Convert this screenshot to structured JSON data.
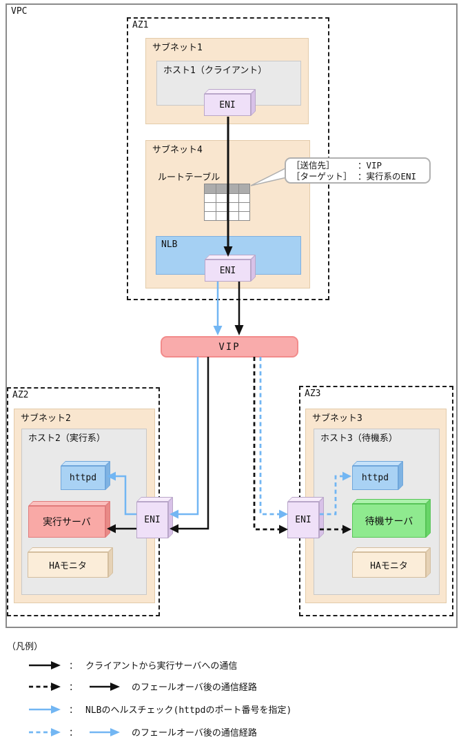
{
  "labels": {
    "vpc": "VPC",
    "az1": "AZ1",
    "az2": "AZ2",
    "az3": "AZ3",
    "subnet1": "サブネット1",
    "subnet2": "サブネット2",
    "subnet3": "サブネット3",
    "subnet4": "サブネット4",
    "host1": "ホスト1（クライアント）",
    "host2": "ホスト2（実行系）",
    "host3": "ホスト3（待機系）",
    "route_table": "ルートテーブル",
    "nlb": "NLB",
    "eni": "ENI",
    "vip": "VIP",
    "httpd": "httpd",
    "exec_server": "実行サーバ",
    "standby_server": "待機サーバ",
    "ha_monitor": "HAモニタ"
  },
  "callout": {
    "row1_label": "［送信先］",
    "row1_value": "：VIP",
    "row2_label": "［ターゲット］",
    "row2_value": "：実行系のENI"
  },
  "route_table_grid": {
    "rows": 4,
    "cols": 4,
    "header_row_filled": true
  },
  "legend": {
    "title": "（凡例）",
    "rows": [
      {
        "arrow": "black-solid",
        "colon": "：",
        "text": "クライアントから実行サーバへの通信"
      },
      {
        "arrow": "black-dashed",
        "colon": "：",
        "inline_arrow": "black-solid",
        "text": "のフェールオーバ後の通信経路"
      },
      {
        "arrow": "blue-solid",
        "colon": "：",
        "text": "NLBのヘルスチェック(httpdのポート番号を指定)"
      },
      {
        "arrow": "blue-dashed",
        "colon": "：",
        "inline_arrow": "blue-solid",
        "text": "のフェールオーバ後の通信経路"
      }
    ]
  },
  "colors": {
    "arrow_black": "#111111",
    "arrow_blue": "#72B6F3",
    "subnet_fill": "#F9E6CF",
    "host_fill": "#E9E9E9",
    "nlb_fill": "#A5D0F3",
    "eni_fill": "#EFE0F8",
    "vip_fill": "#F9ABAB",
    "httpd_fill": "#A9D2F4",
    "exec_server_fill": "#F9A9A6",
    "standby_server_fill": "#8FEA8F",
    "ha_monitor_fill": "#FBEDD9",
    "route_table_header_fill": "#ACACAC"
  }
}
